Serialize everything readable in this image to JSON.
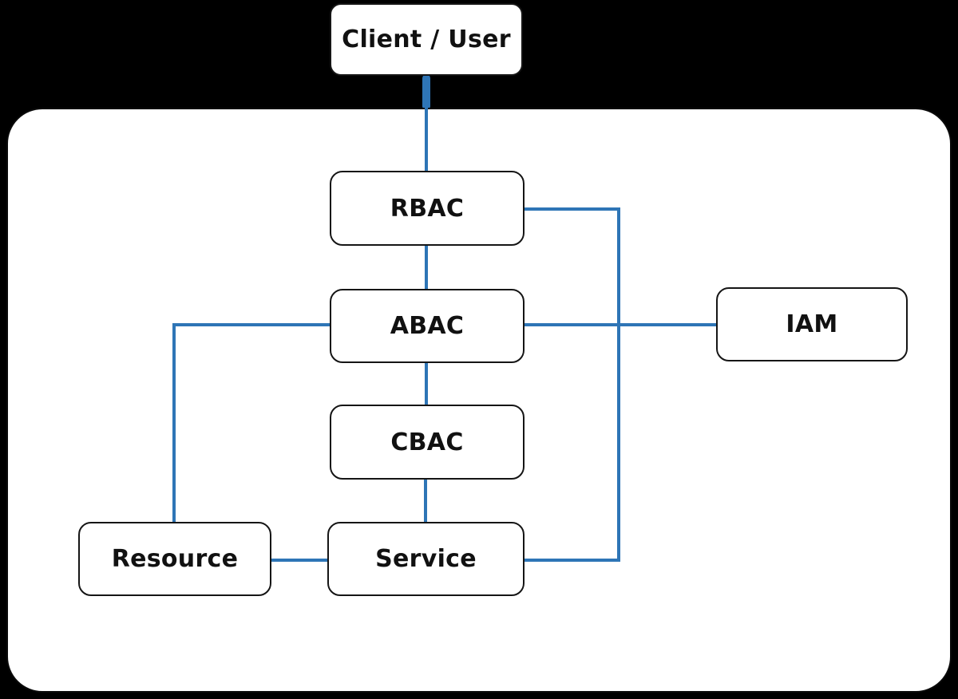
{
  "diagram": {
    "nodes": {
      "client": {
        "label": "Client / User"
      },
      "rbac": {
        "label": "RBAC"
      },
      "abac": {
        "label": "ABAC"
      },
      "cbac": {
        "label": "CBAC"
      },
      "iam": {
        "label": "IAM"
      },
      "resource": {
        "label": "Resource"
      },
      "service": {
        "label": "Service"
      }
    },
    "edges": [
      {
        "from": "Client / User",
        "to": "RBAC"
      },
      {
        "from": "RBAC",
        "to": "ABAC"
      },
      {
        "from": "ABAC",
        "to": "CBAC"
      },
      {
        "from": "CBAC",
        "to": "Service"
      },
      {
        "from": "RBAC",
        "to": "Service"
      },
      {
        "from": "ABAC",
        "to": "IAM"
      },
      {
        "from": "ABAC",
        "to": "Resource"
      },
      {
        "from": "Resource",
        "to": "Service"
      }
    ],
    "colors": {
      "connector": "#2E75B6",
      "node_fill": "#FFFFFF",
      "node_border": "#151515",
      "text": "#111111",
      "canvas": "#000000",
      "panel": "#FFFFFF"
    }
  }
}
